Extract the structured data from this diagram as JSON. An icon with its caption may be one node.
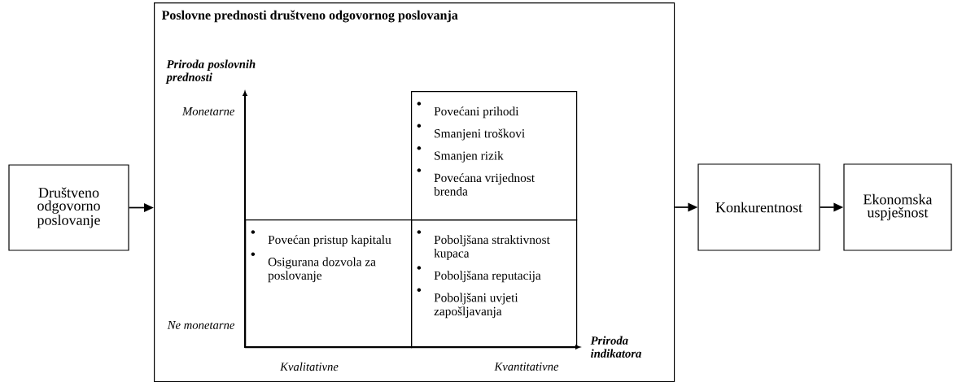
{
  "diagram": {
    "nodes": [
      {
        "text": [
          "Društveno odgovorno poslovanje"
        ]
      },
      {
        "text": [
          "Poslovne prednosti društveno odgovornog poslovanja"
        ]
      },
      {
        "text": [
          "Povećani prihodi",
          "Smanjeni troškovi",
          "Smanjen rizik",
          "Povećana vrijednost brenda"
        ],
        "in": 1
      },
      {
        "text": [
          "Povećan pristup kapitalu",
          "Osigurana dozvola za poslovanje"
        ],
        "in": 1
      },
      {
        "text": [
          "Poboljšana straktivnost kupaca",
          "Poboljšana reputacija",
          "Poboljšani uvjeti zapošljavanja"
        ],
        "in": 1
      },
      {
        "text": [
          "Konkurentnost"
        ]
      },
      {
        "text": [
          "Ekonomska uspješnost"
        ]
      }
    ],
    "edges": [
      {
        "from": 0,
        "to": 1,
        "arrow": "to"
      },
      {
        "from": 1,
        "to": 5,
        "arrow": "to"
      },
      {
        "from": 5,
        "to": 6,
        "arrow": "to"
      }
    ],
    "labels": [
      "Priroda poslovnih prednosti",
      "Monetarne",
      "Ne monetarne",
      "Kvalitativne",
      "Kvantitativne",
      "Priroda indikatora"
    ]
  }
}
